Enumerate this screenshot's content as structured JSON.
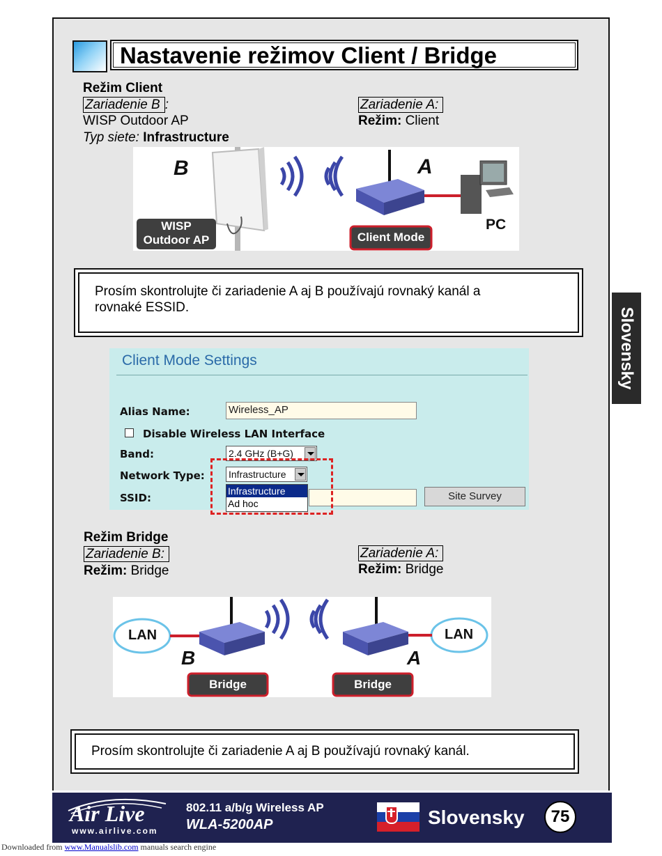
{
  "title": "Nastavenie režimov Client / Bridge",
  "client": {
    "heading": "Režim Client",
    "device_b": "Zariadenie B",
    "device_b_colon": ":",
    "device_b_name": "WISP Outdoor AP",
    "network_type_label": "Typ siete:",
    "network_type_value": "Infrastructure",
    "device_a": "Zariadenie A:",
    "mode_label": "Režim:",
    "mode_value": "Client",
    "diagram": {
      "label_b": "B",
      "label_a": "A",
      "wisp_badge_line1": "WISP",
      "wisp_badge_line2": "Outdoor AP",
      "client_badge": "Client Mode",
      "pc_label": "PC"
    }
  },
  "note1": {
    "line1": "Prosím skontrolujte či zariadenie A aj B používajú rovnaký kanál a",
    "line2": "rovnaké ESSID."
  },
  "settings": {
    "header": "Client Mode Settings",
    "alias_label": "Alias Name:",
    "alias_value": "Wireless_AP",
    "disable_label": "Disable Wireless LAN Interface",
    "band_label": "Band:",
    "band_value": "2.4 GHz (B+G)",
    "network_label": "Network Type:",
    "network_value": "Infrastructure",
    "ssid_label": "SSID:",
    "dropdown_options": [
      "Infrastructure",
      "Ad hoc"
    ],
    "site_survey": "Site Survey"
  },
  "bridge": {
    "heading": "Režim Bridge",
    "device_b": "Zariadenie B:",
    "device_a": "Zariadenie A:",
    "mode_label": "Režim:",
    "mode_value_b": "Bridge",
    "mode_value_a": "Bridge",
    "diagram": {
      "lan_left": "LAN",
      "lan_right": "LAN",
      "label_b": "B",
      "label_a": "A",
      "badge_left": "Bridge",
      "badge_right": "Bridge"
    }
  },
  "note2": {
    "line1": "Prosím skontrolujte či zariadenie A aj B používajú rovnaký kanál."
  },
  "side_tab": "Slovensky",
  "footer": {
    "logo": "Air Live",
    "logo_url": "www.airlive.com",
    "product_line": "802.11 a/b/g Wireless AP",
    "model": "WLA-5200AP",
    "language": "Slovensky",
    "page_number": "75"
  },
  "download": {
    "prefix": "Downloaded from",
    "link": "www.Manualslib.com",
    "suffix": "manuals search engine"
  },
  "colors": {
    "page_bg": "#e6e6e6",
    "footer_bg": "#1f2250",
    "ui_bg": "#c9ecec",
    "badge_red": "#cc1f2b",
    "router_blue": "#5560b8"
  }
}
